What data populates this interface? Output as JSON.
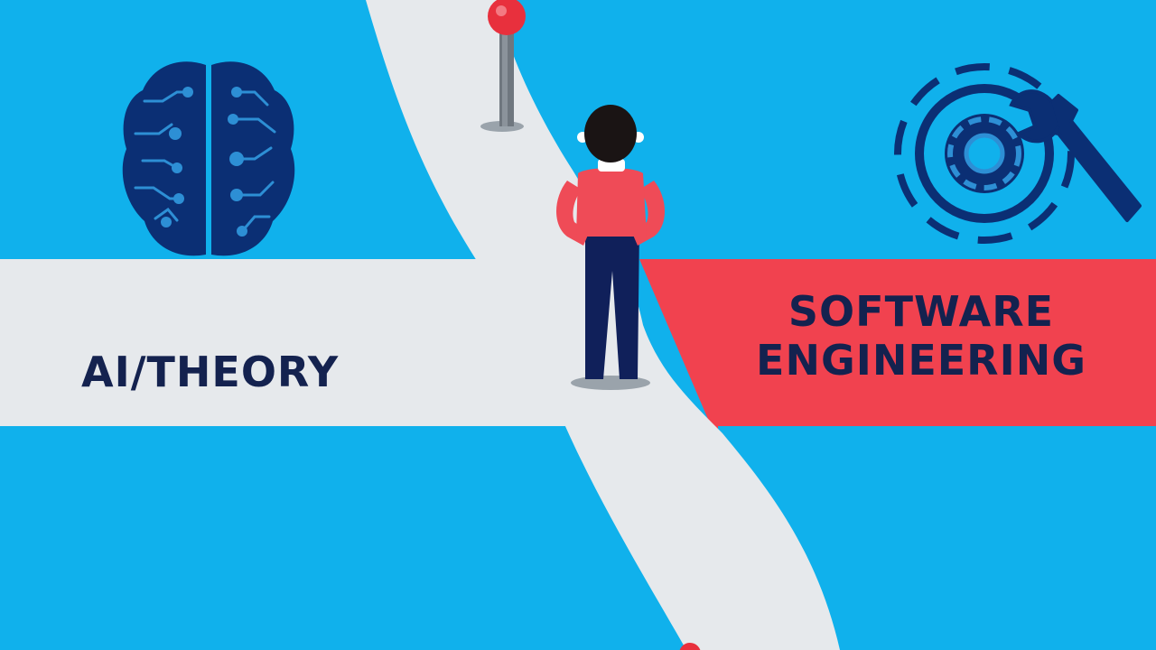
{
  "labels": {
    "left_path": "AI/THEORY",
    "right_path_line1": "SOFTWARE",
    "right_path_line2": "ENGINEERING"
  },
  "icons": {
    "left": "brain-circuit-icon",
    "right": "gear-wrench-icon"
  },
  "colors": {
    "background": "#10b1ec",
    "path": "#e6e9ec",
    "software_path": "#f1424f",
    "ink": "#14224f",
    "icon": "#0b2f74",
    "person_shirt": "#ef4b57",
    "person_pants": "#10205a",
    "marker": "#e8303d"
  }
}
